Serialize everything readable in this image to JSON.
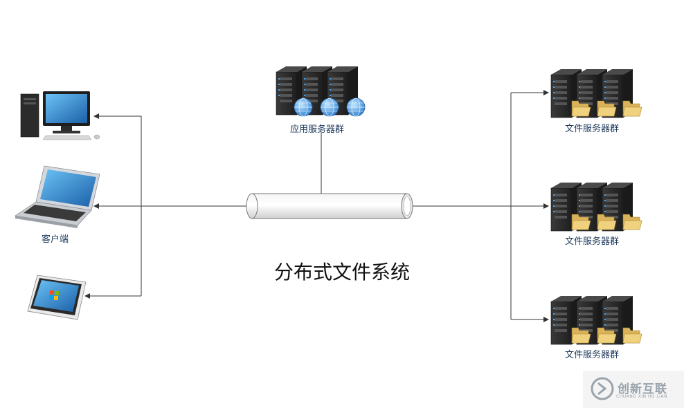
{
  "diagram": {
    "title": "分布式文件系统",
    "client_label": "客户端",
    "app_server_group_label": "应用服务器群",
    "file_server_groups": [
      {
        "label": "文件服务器群"
      },
      {
        "label": "文件服务器群"
      },
      {
        "label": "文件服务器群"
      }
    ],
    "client_devices": [
      {
        "type": "desktop-computer"
      },
      {
        "type": "laptop"
      },
      {
        "type": "tablet"
      }
    ]
  },
  "watermark": {
    "cn": "创新互联",
    "en": "CHUANG XIN HU LIAN"
  },
  "colors": {
    "server_body": "#2d2d2d",
    "server_led": "#3fa8ff",
    "globe": "#3a8fd9",
    "folder": "#e8c66e",
    "line": "#333333",
    "label_text": "#1f3a5c"
  }
}
